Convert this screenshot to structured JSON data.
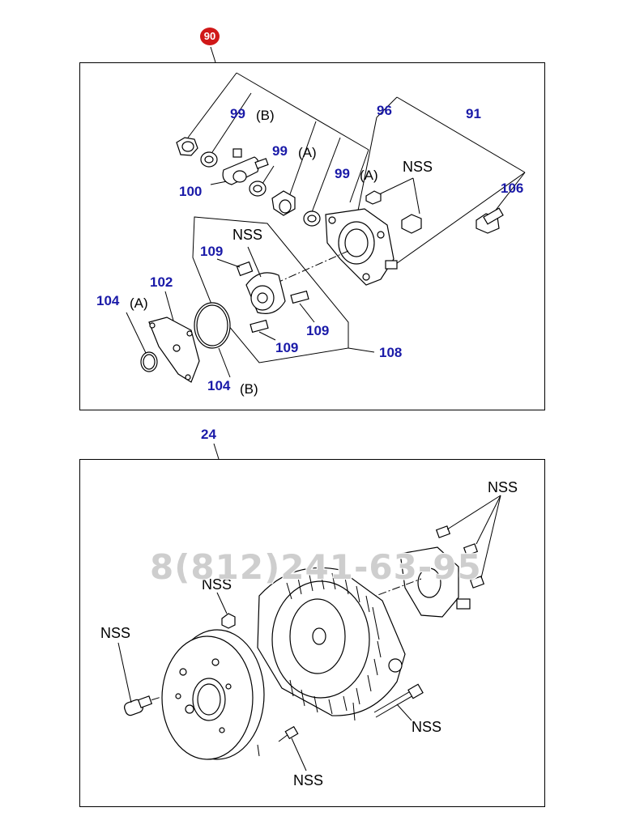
{
  "top_group": {
    "badge": "90",
    "labels": {
      "p99b": "99",
      "p99b_suffix": "(B)",
      "p99a1": "99",
      "p99a1_suffix": "(A)",
      "p99a2": "99",
      "p99a2_suffix": "(A)",
      "p96": "96",
      "p91": "91",
      "nss_upper": "NSS",
      "p106": "106",
      "p100": "100",
      "nss_box": "NSS",
      "p109a": "109",
      "p102": "102",
      "p104a": "104",
      "p104a_suffix": "(A)",
      "p109b": "109",
      "p109c": "109",
      "p108": "108",
      "p104b": "104",
      "p104b_suffix": "(B)"
    }
  },
  "bottom_group": {
    "ref": "24",
    "labels": {
      "nss_bolts": "NSS",
      "nss_nut": "NSS",
      "nss_pin": "NSS",
      "nss_long_bolt": "NSS",
      "nss_short_bolt": "NSS"
    }
  },
  "watermark": "8(812)241-63-95",
  "colors": {
    "part_number": "#1a1aa8",
    "badge": "#d01818"
  }
}
